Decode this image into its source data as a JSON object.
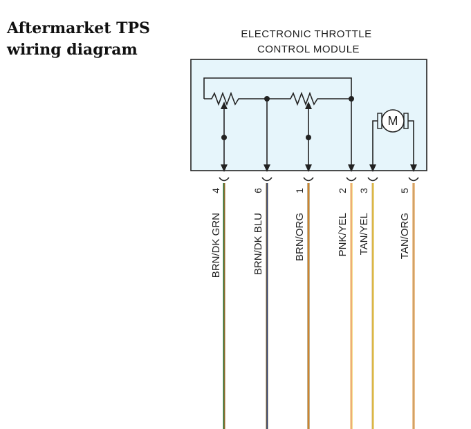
{
  "page_title": {
    "line1": "Aftermarket TPS",
    "line2": "wiring diagram"
  },
  "module": {
    "title_line1": "ELECTRONIC THROTTLE",
    "title_line2": "CONTROL MODULE",
    "fill_color": "#e6f5fb",
    "motor_label": "M"
  },
  "wires": [
    {
      "pin": "4",
      "label": "BRN/DK GRN",
      "color_a": "#8a6a2a",
      "color_b": "#2f6b2a"
    },
    {
      "pin": "6",
      "label": "BRN/DK BLU",
      "color_a": "#8a6a2a",
      "color_b": "#2a3f7a"
    },
    {
      "pin": "1",
      "label": "BRN/ORG",
      "color_a": "#8a6a2a",
      "color_b": "#e38b2d"
    },
    {
      "pin": "2",
      "label": "PNK/YEL",
      "color_a": "#f2a0a8",
      "color_b": "#e8c020"
    },
    {
      "pin": "3",
      "label": "TAN/YEL",
      "color_a": "#c8a878",
      "color_b": "#e8c020"
    },
    {
      "pin": "5",
      "label": "TAN/ORG",
      "color_a": "#c8a878",
      "color_b": "#e38b2d"
    }
  ]
}
